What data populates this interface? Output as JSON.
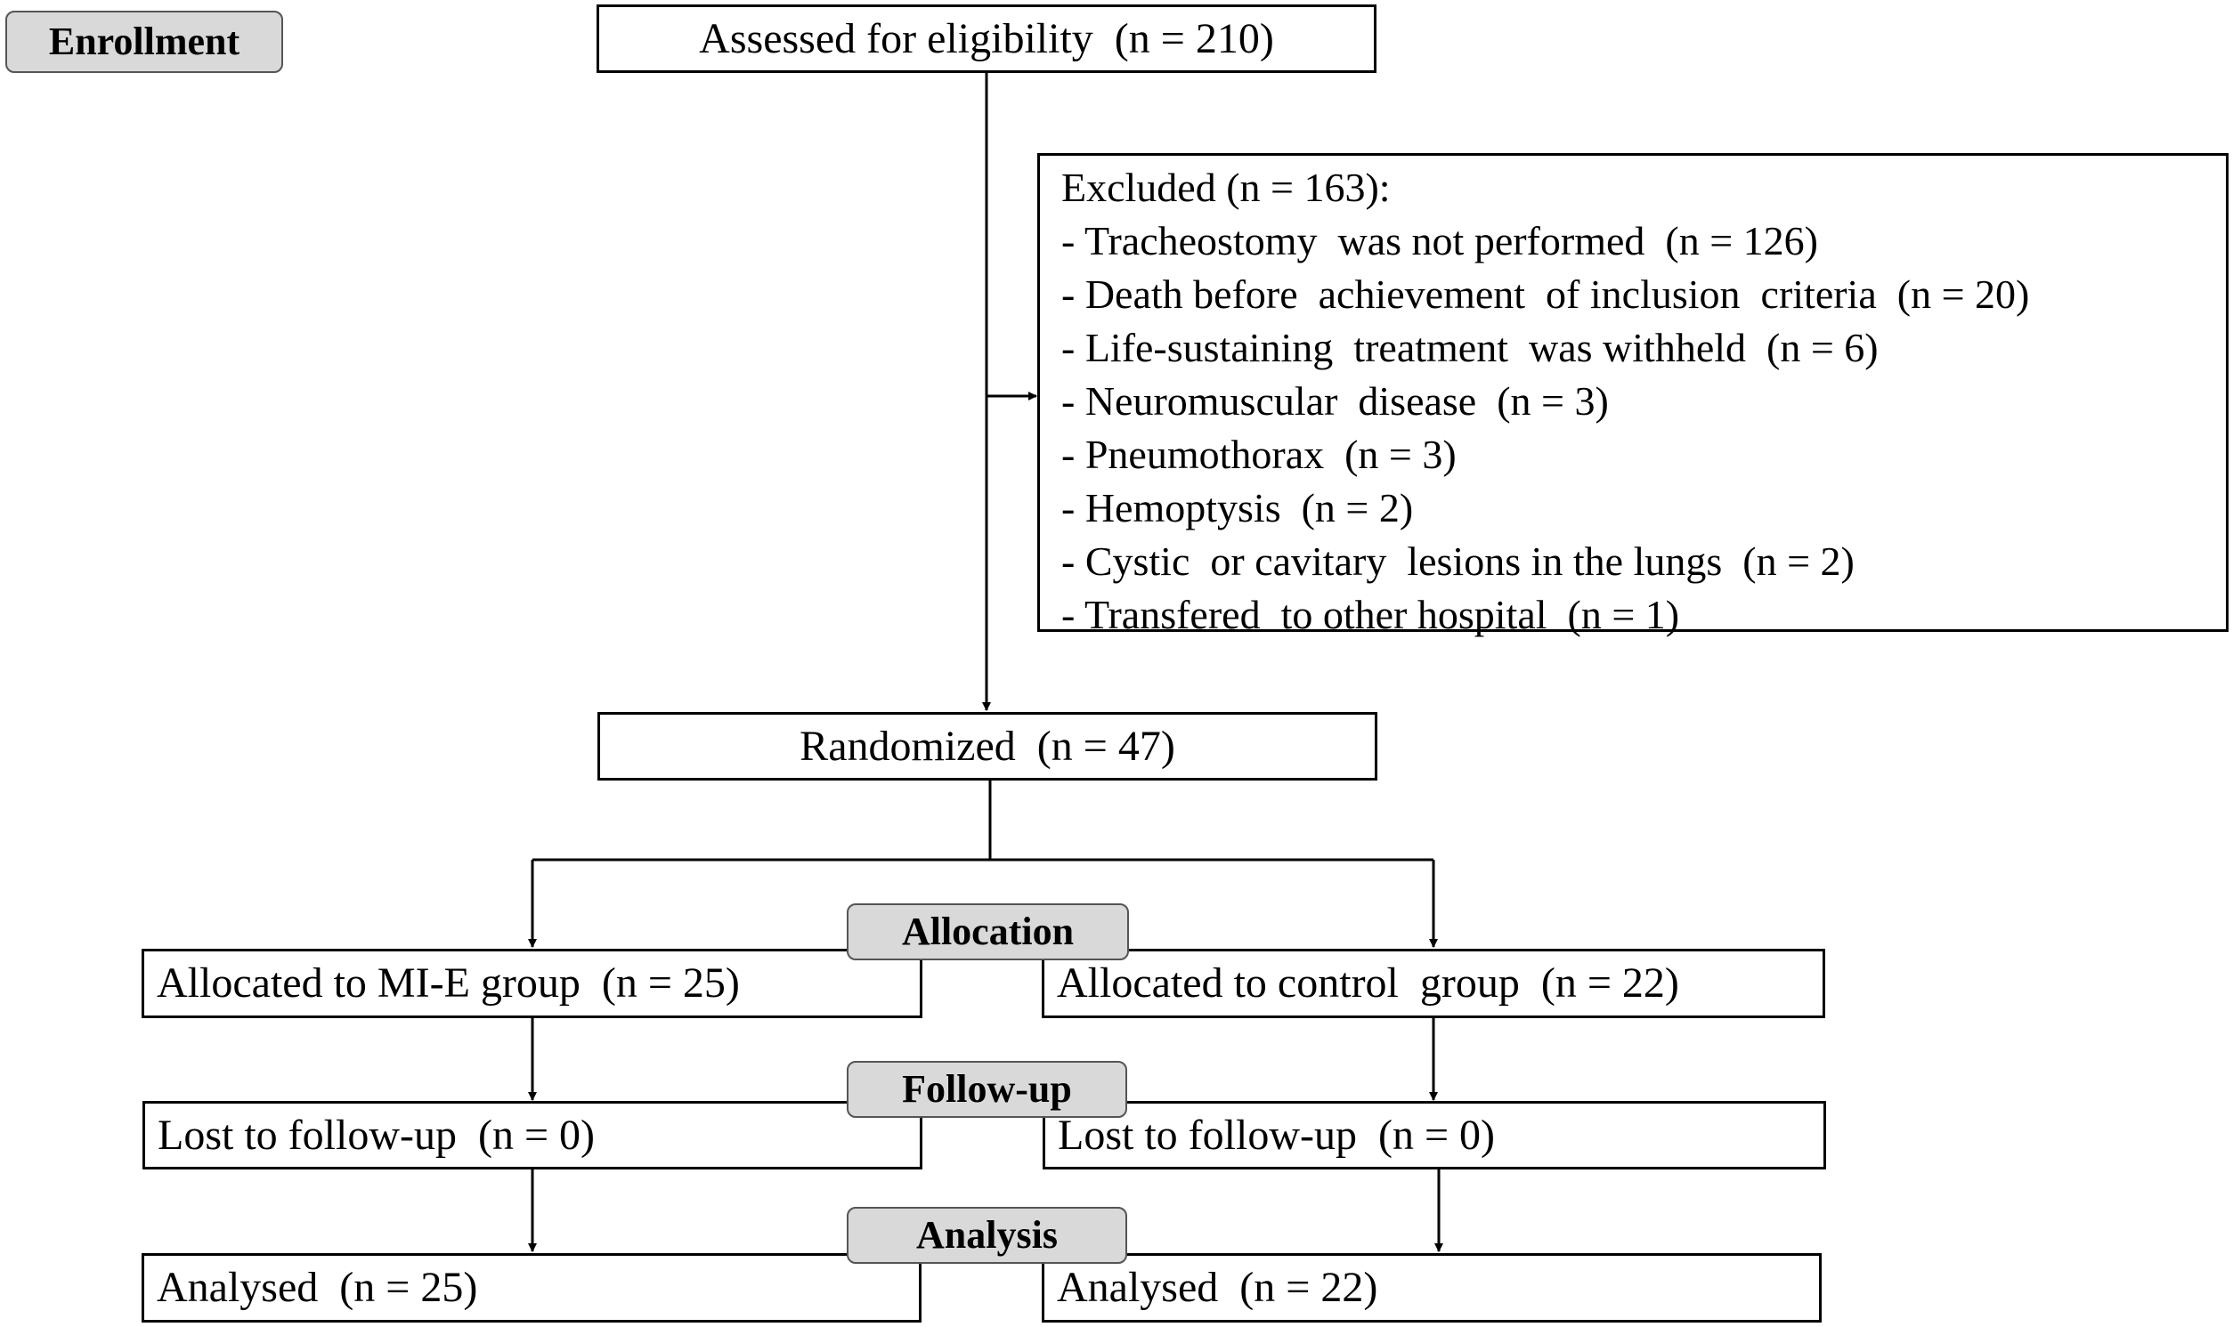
{
  "stages": {
    "enrollment": "Enrollment",
    "allocation": "Allocation",
    "follow_up": "Follow-up",
    "analysis": "Analysis"
  },
  "boxes": {
    "assessed": "Assessed for eligibility  (n = 210)",
    "randomized": "Randomized  (n = 47)",
    "mie_allocated": "Allocated to MI-E group  (n = 25)",
    "control_allocated": "Allocated to control  group  (n = 22)",
    "mie_lost": "Lost to follow-up  (n = 0)",
    "control_lost": "Lost to follow-up  (n = 0)",
    "mie_analysed": "Analysed  (n = 25)",
    "control_analysed": "Analysed  (n = 22)"
  },
  "excluded": {
    "header": "Excluded (n = 163):",
    "reasons": [
      "- Tracheostomy  was not performed  (n = 126)",
      "- Death before  achievement  of inclusion  criteria  (n = 20)",
      "- Life-sustaining  treatment  was withheld  (n = 6)",
      "- Neuromuscular  disease  (n = 3)",
      "- Pneumothorax  (n = 3)",
      "- Hemoptysis  (n = 2)",
      "- Cystic  or cavitary  lesions in the lungs  (n = 2)",
      "- Transfered  to other hospital  (n = 1)"
    ]
  },
  "colors": {
    "line": "#000000",
    "label_fill": "#d9d9d9",
    "label_border": "#555555"
  }
}
